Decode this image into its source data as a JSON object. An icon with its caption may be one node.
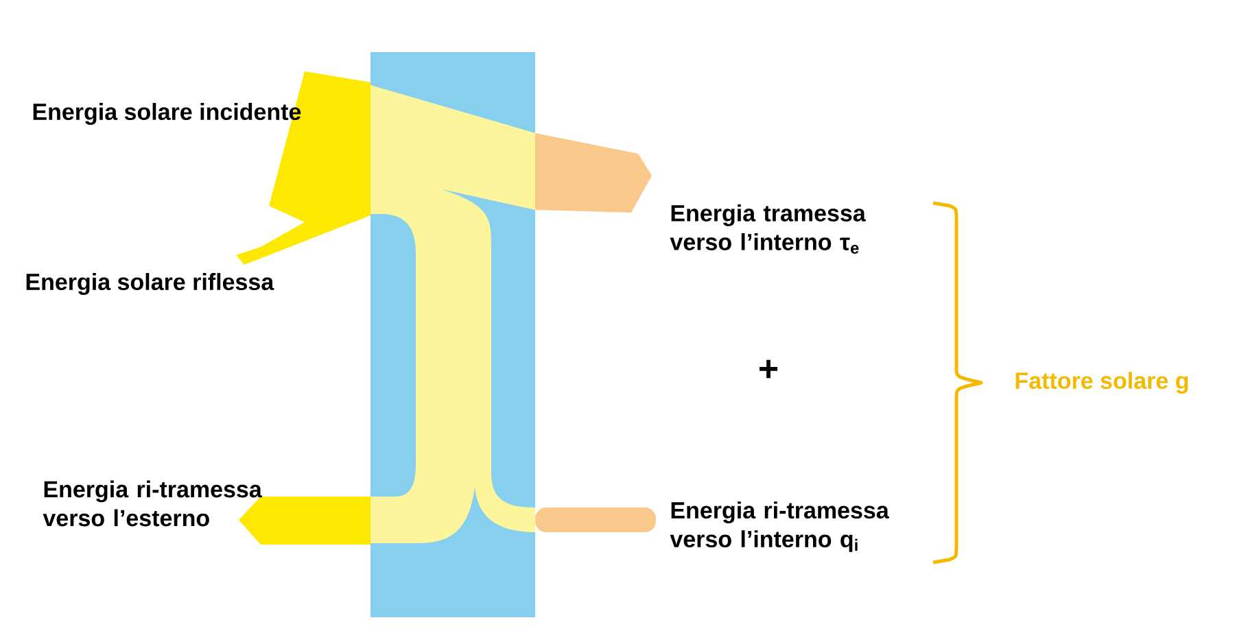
{
  "diagram": {
    "labels": [
      "Energia solare incidente",
      "Energia solare riflessa",
      "Energia tramessa verso l’interno τ$_{e}$",
      "+",
      "Fattore solare g",
      "Energia ri-tramessa verso l’esterno",
      "Energia ri-tramessa verso l’interno q$_{i}$"
    ]
  }
}
